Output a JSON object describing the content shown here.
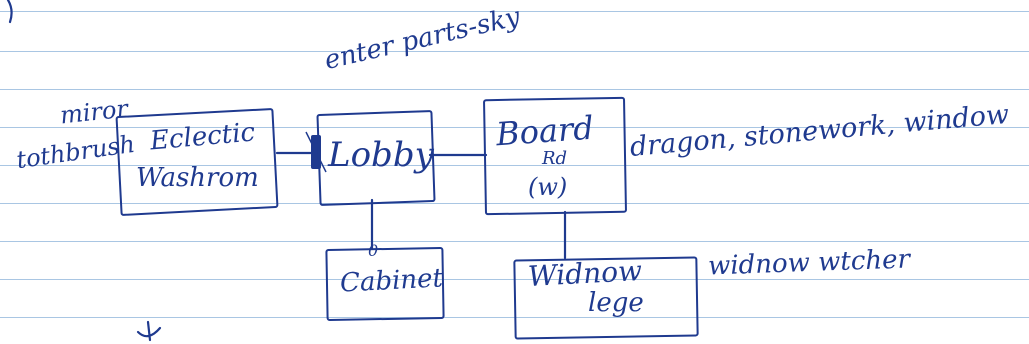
{
  "rooms": {
    "eclectic_washroom": {
      "label_line1": "Eclectic",
      "label_line2": "Washrom"
    },
    "lobby": {
      "label": "Lobby"
    },
    "board_room": {
      "label_line1": "Board",
      "label_line2": "Rd",
      "label_line3": "(w)"
    },
    "cabinet": {
      "marker": "0",
      "label": "Cabinet"
    },
    "window_ledge": {
      "label_line1": "Widnow",
      "label_line2": "lege"
    }
  },
  "notes": {
    "enter_parts": "enter parts-sky",
    "mirror_toothbrush_line1": "miror",
    "mirror_toothbrush_line2": "tothbrush",
    "board_features": "dragon, stonework, window",
    "window_watcher": "widnow wtcher"
  },
  "ink_color": "#1f3a8f",
  "line_color": "#a9c6e3"
}
